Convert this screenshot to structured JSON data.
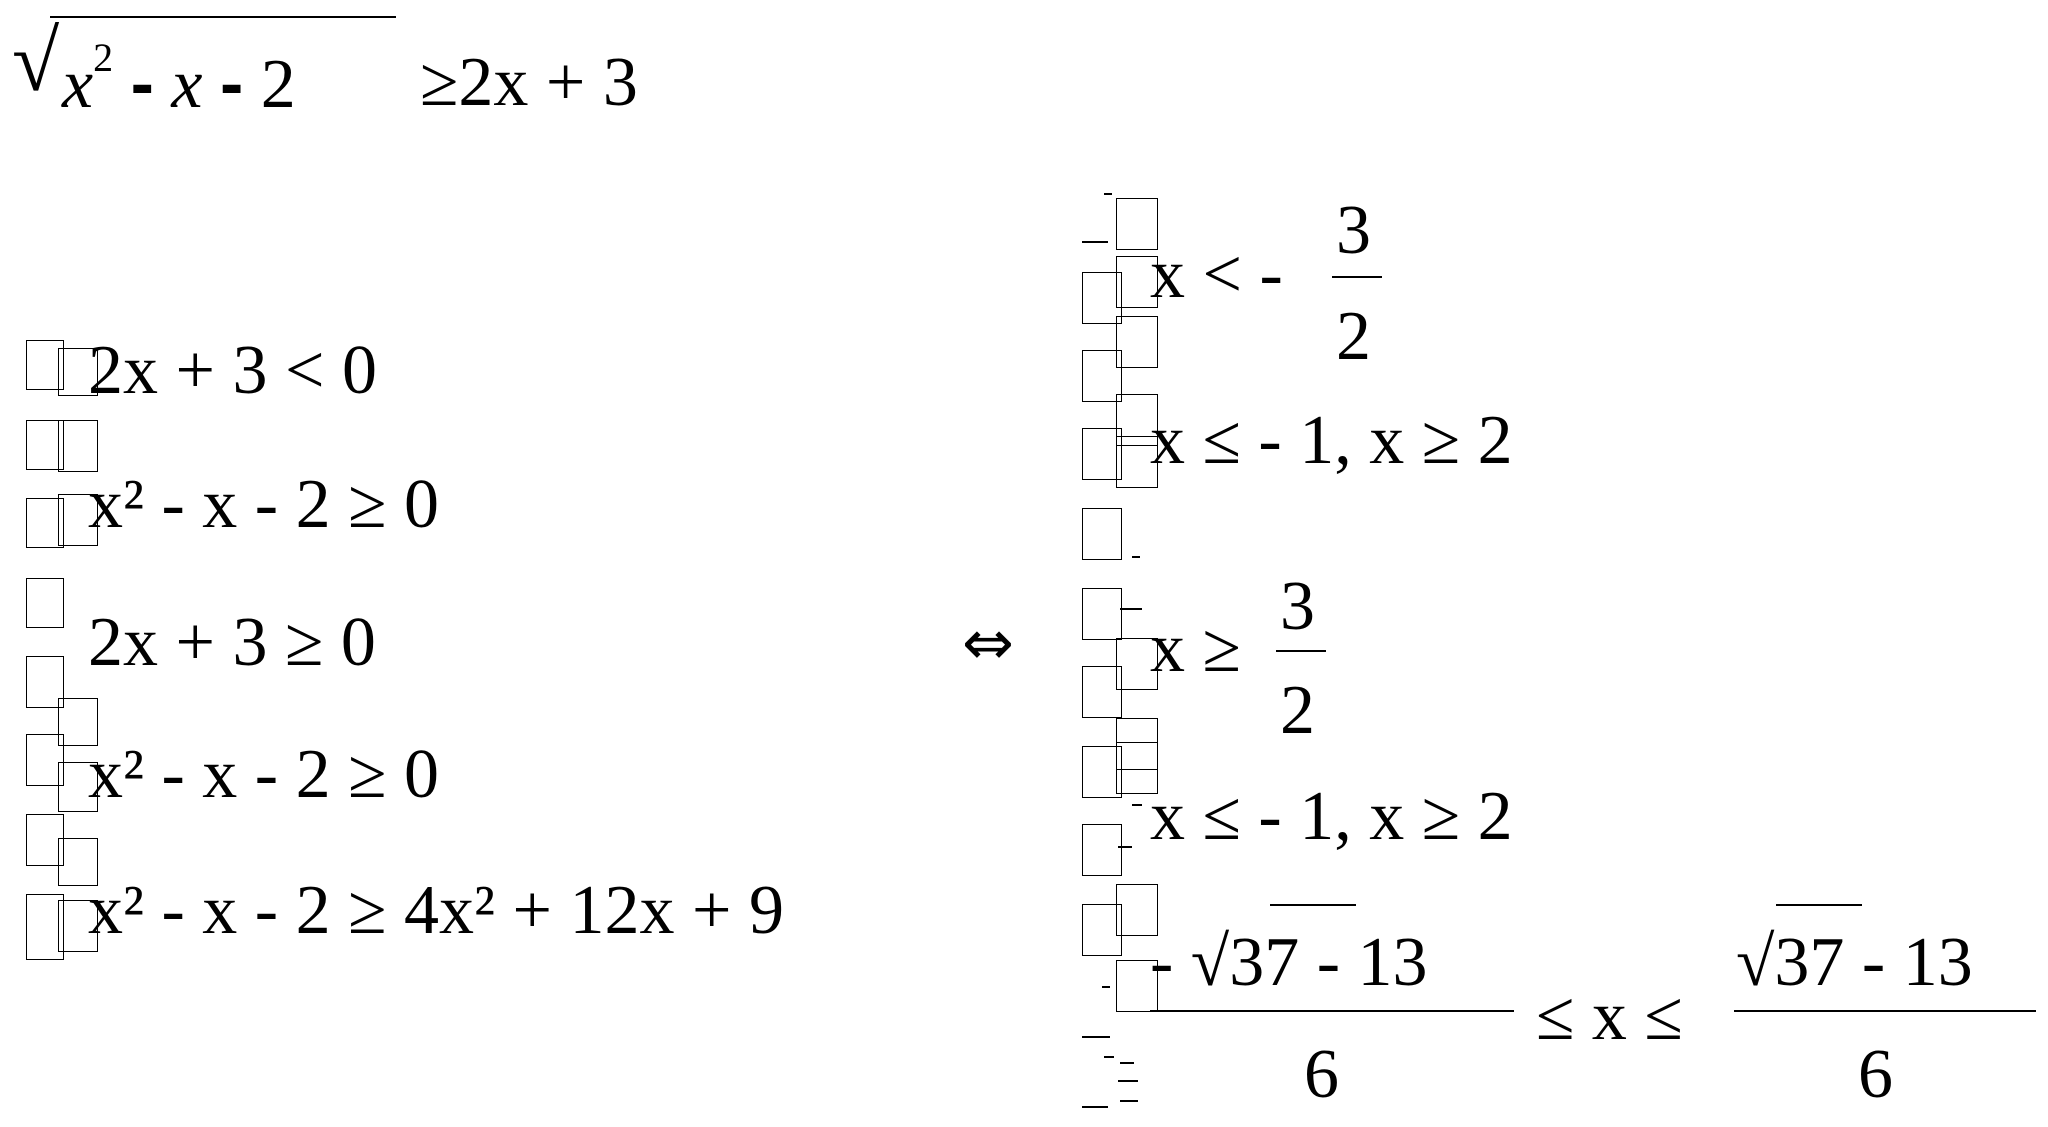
{
  "problem": {
    "radicand": [
      "x",
      "2",
      "-",
      "x",
      "-",
      "2"
    ],
    "rhs": "≥2x + 3"
  },
  "left_system": {
    "case1": {
      "line1": "2x + 3 < 0",
      "line2": "x² - x - 2 ≥ 0"
    },
    "case2": {
      "line1": "2x + 3 ≥ 0",
      "line2": "x² - x - 2 ≥ 0",
      "line3": "x² - x - 2 ≥ 4x² + 12x + 9"
    }
  },
  "equivalence_symbol": "⇔",
  "right_system": {
    "case1": {
      "line1_lhs": "x < -",
      "line1_frac_num": "3",
      "line1_frac_den": "2",
      "line2": "x ≤ - 1,    x ≥ 2"
    },
    "case2": {
      "line1_lhs": "x ≥",
      "line1_frac_num": "3",
      "line1_frac_den": "2",
      "line2": "x ≤ - 1,    x ≥ 2",
      "line3_left_num": "- √37 - 13",
      "line3_den": "6",
      "line3_mid": "≤ x ≤",
      "line3_right_num": "√37 - 13"
    }
  }
}
